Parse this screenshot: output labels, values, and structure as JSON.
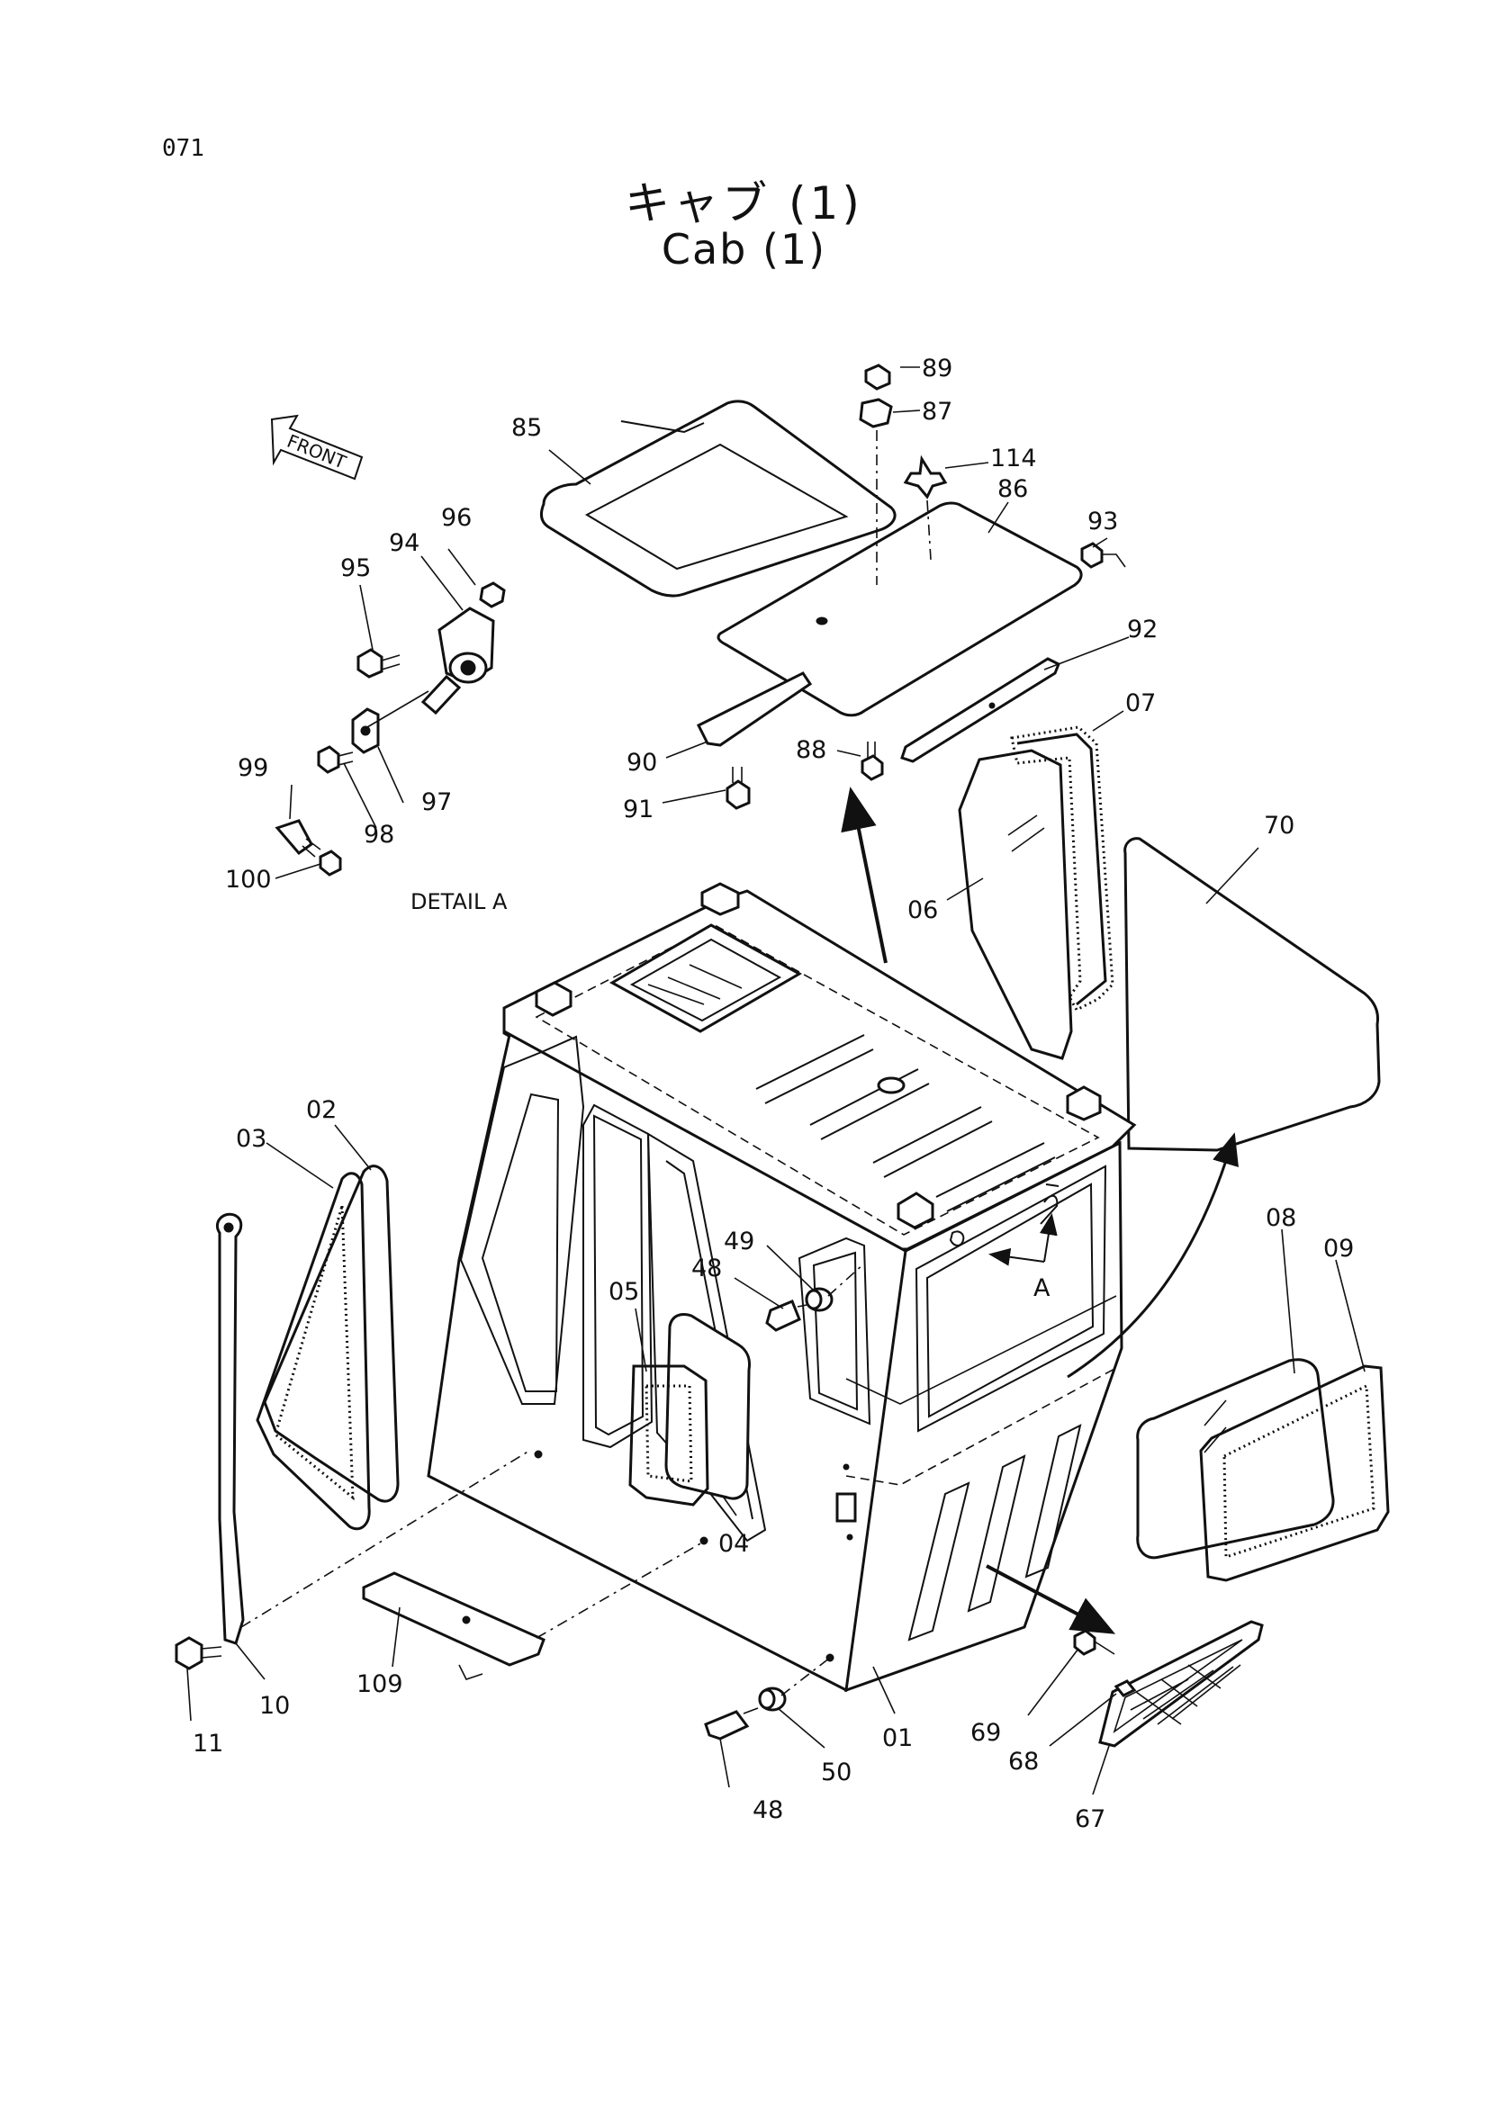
{
  "page_number": "071",
  "title_japanese": "キャブ (1)",
  "title_english": "Cab (1)",
  "front_arrow_label": "FRONT",
  "detail_label": "DETAIL A",
  "detail_marker": "A",
  "part_labels": {
    "p01": "01",
    "p02": "02",
    "p03": "03",
    "p04": "04",
    "p05": "05",
    "p06": "06",
    "p07": "07",
    "p08": "08",
    "p09": "09",
    "p10": "10",
    "p11": "11",
    "p48a": "48",
    "p48b": "48",
    "p49": "49",
    "p50": "50",
    "p67": "67",
    "p68": "68",
    "p69": "69",
    "p70": "70",
    "p85": "85",
    "p86": "86",
    "p87": "87",
    "p88": "88",
    "p89": "89",
    "p90": "90",
    "p91": "91",
    "p92": "92",
    "p93": "93",
    "p94": "94",
    "p95": "95",
    "p96": "96",
    "p97": "97",
    "p98": "98",
    "p99": "99",
    "p100": "100",
    "p109": "109",
    "p114": "114"
  }
}
